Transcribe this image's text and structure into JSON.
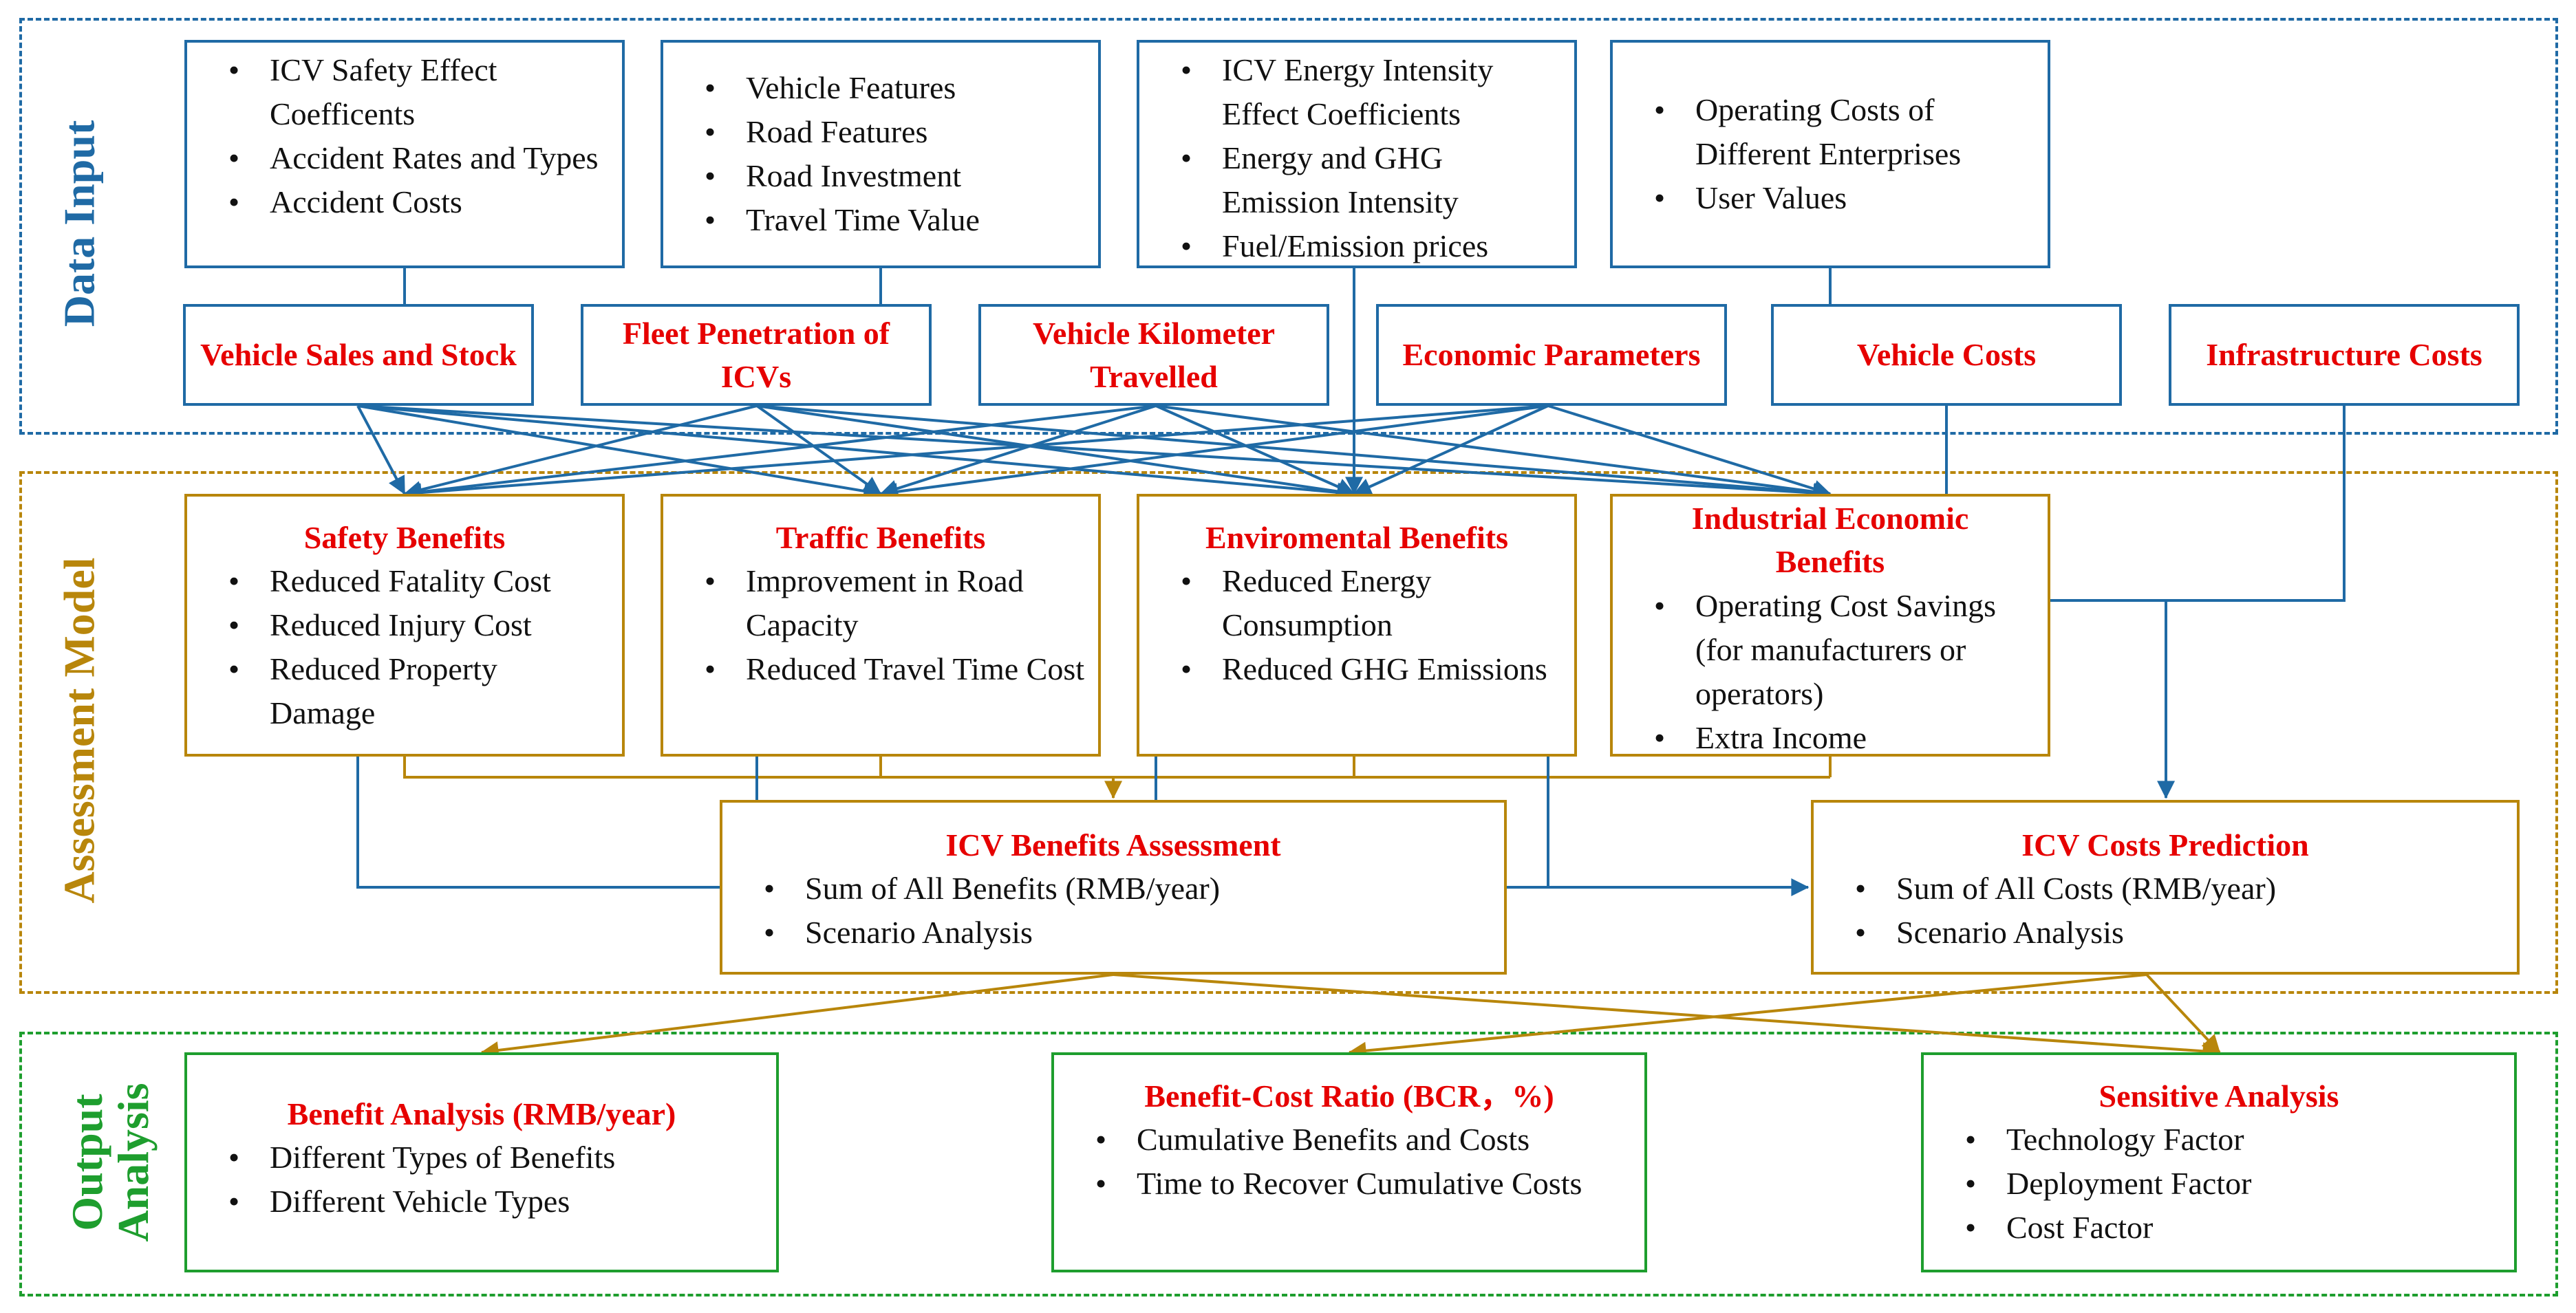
{
  "sections": {
    "data_input": "Data Input",
    "assessment_model": "Assessment Model",
    "output_analysis": [
      "Output",
      "Analysis"
    ]
  },
  "colors": {
    "blue": "#1f6aa5",
    "gold": "#b8860b",
    "green": "#1e9e2e",
    "title_red": "#e60000"
  },
  "inputs": [
    {
      "items": [
        "ICV Safety Effect Coefficents",
        "Accident Rates and Types",
        "Accident Costs"
      ]
    },
    {
      "items": [
        "Vehicle  Features",
        "Road Features",
        "Road  Investment",
        "Travel  Time Value"
      ]
    },
    {
      "items": [
        "ICV Energy Intensity Effect Coefficients",
        "Energy and GHG Emission Intensity",
        "Fuel/Emission prices"
      ]
    },
    {
      "items": [
        "Operating Costs of Different Enterprises",
        "User Values"
      ]
    }
  ],
  "parameters": [
    "Vehicle Sales and Stock",
    "Fleet Penetration of ICVs",
    "Vehicle Kilometer Travelled",
    "Economic Parameters",
    "Vehicle Costs",
    "Infrastructure Costs"
  ],
  "benefits": [
    {
      "title": "Safety Benefits",
      "items": [
        "Reduced Fatality Cost",
        "Reduced Injury Cost",
        "Reduced Property Damage"
      ]
    },
    {
      "title": "Traffic  Benefits",
      "items": [
        "Improvement in Road Capacity",
        "Reduced Travel Time Cost"
      ]
    },
    {
      "title": "Enviromental Benefits",
      "items": [
        "Reduced Energy Consumption",
        "Reduced GHG Emissions"
      ]
    },
    {
      "title": "Industrial Economic Benefits",
      "items": [
        "Operating Cost Savings (for manufacturers or operators)",
        "Extra Income"
      ]
    }
  ],
  "assessment": {
    "title": "ICV Benefits Assessment",
    "items": [
      "Sum of All Benefits (RMB/year)",
      "Scenario Analysis"
    ]
  },
  "costs": {
    "title": "ICV Costs Prediction",
    "items": [
      "Sum of All Costs (RMB/year)",
      "Scenario Analysis"
    ]
  },
  "outputs": [
    {
      "title": "Benefit Analysis (RMB/year)",
      "items": [
        "Different Types of Benefits",
        "Different Vehicle Types"
      ]
    },
    {
      "title": "Benefit-Cost Ratio (BCR，%)",
      "items": [
        "Cumulative Benefits and Costs",
        "Time to Recover Cumulative Costs"
      ]
    },
    {
      "title": "Sensitive Analysis",
      "items": [
        "Technology Factor",
        "Deployment Factor",
        "Cost Factor"
      ]
    }
  ]
}
